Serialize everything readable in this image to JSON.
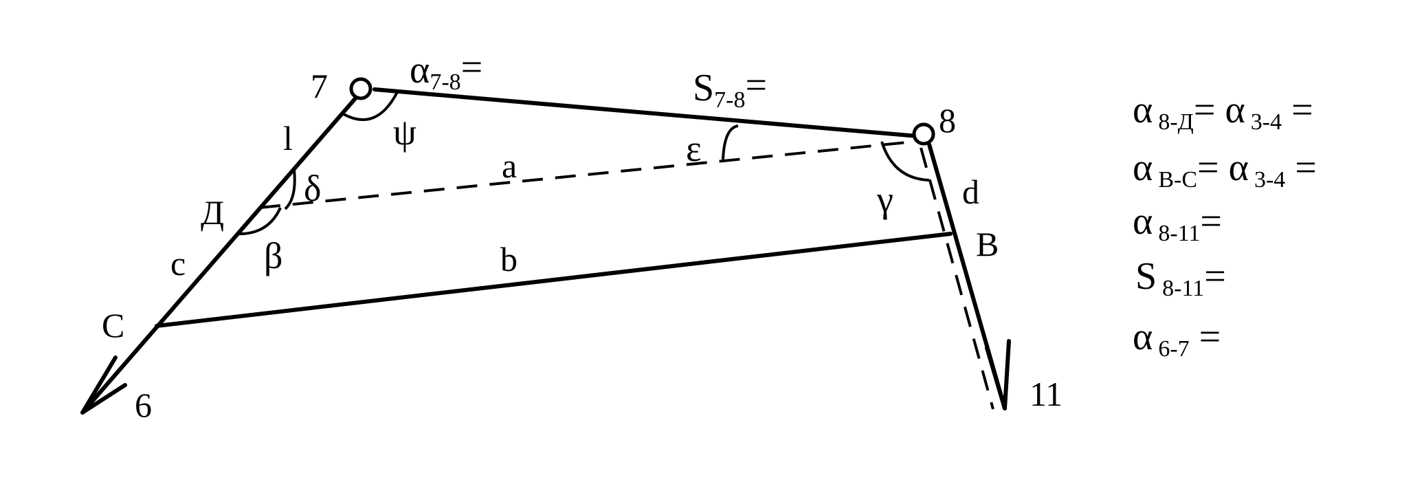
{
  "points": {
    "p7": "7",
    "p8": "8",
    "p6": "6",
    "p11": "11",
    "pC": "C",
    "pD": "Д",
    "pB": "B"
  },
  "segments": {
    "l": "l",
    "a": "a",
    "b": "b",
    "c": "c",
    "d": "d"
  },
  "angles": {
    "psi": "ψ",
    "delta": "δ",
    "beta": "β",
    "epsilon": "ε",
    "gamma": "γ"
  },
  "top_labels": {
    "alpha78": {
      "sym": "α",
      "sub": "7-8",
      "tail": "="
    },
    "s78": {
      "sym": "S",
      "sub": "7-8",
      "tail": "="
    }
  },
  "equations": [
    {
      "sym": "α",
      "sub": "8-Д",
      "mid": "= α",
      "sub2": "3-4",
      "tail": " ="
    },
    {
      "sym": "α",
      "sub": "B-C",
      "mid": "= α",
      "sub2": "3-4",
      "tail": " ="
    },
    {
      "sym": "α",
      "sub": "8-11",
      "mid": "",
      "sub2": "",
      "tail": "="
    },
    {
      "sym": "S",
      "sub": "8-11",
      "mid": "",
      "sub2": "",
      "tail": "="
    },
    {
      "sym": "α",
      "sub": "6-7",
      "mid": "",
      "sub2": "",
      "tail": " ="
    }
  ]
}
